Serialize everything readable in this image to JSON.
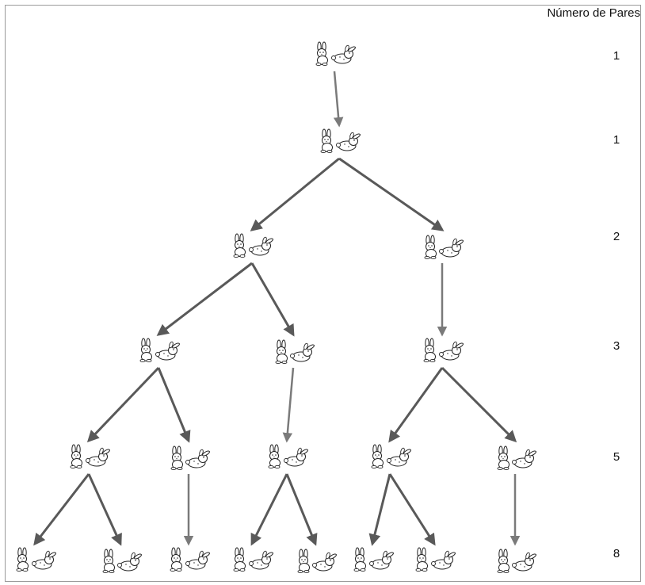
{
  "header": {
    "label": "Número de Pares"
  },
  "generations": [
    {
      "count": "1",
      "pairs": [
        "adult"
      ]
    },
    {
      "count": "1",
      "pairs": [
        "adult"
      ]
    },
    {
      "count": "2",
      "pairs": [
        "adult",
        "young"
      ]
    },
    {
      "count": "3",
      "pairs": [
        "adult",
        "young",
        "adult"
      ]
    },
    {
      "count": "5",
      "pairs": [
        "adult",
        "young",
        "adult",
        "adult",
        "young"
      ]
    },
    {
      "count": "8",
      "pairs": [
        "adult",
        "young",
        "adult",
        "adult",
        "young",
        "adult",
        "adult",
        "young"
      ]
    }
  ],
  "colors": {
    "arrow": "#595959",
    "arrow_light": "#7a7a7a",
    "ink": "#222222",
    "frame": "#9a9a9a"
  },
  "icons": {
    "pair": "rabbit-pair-icon",
    "arrow": "arrow-icon"
  }
}
